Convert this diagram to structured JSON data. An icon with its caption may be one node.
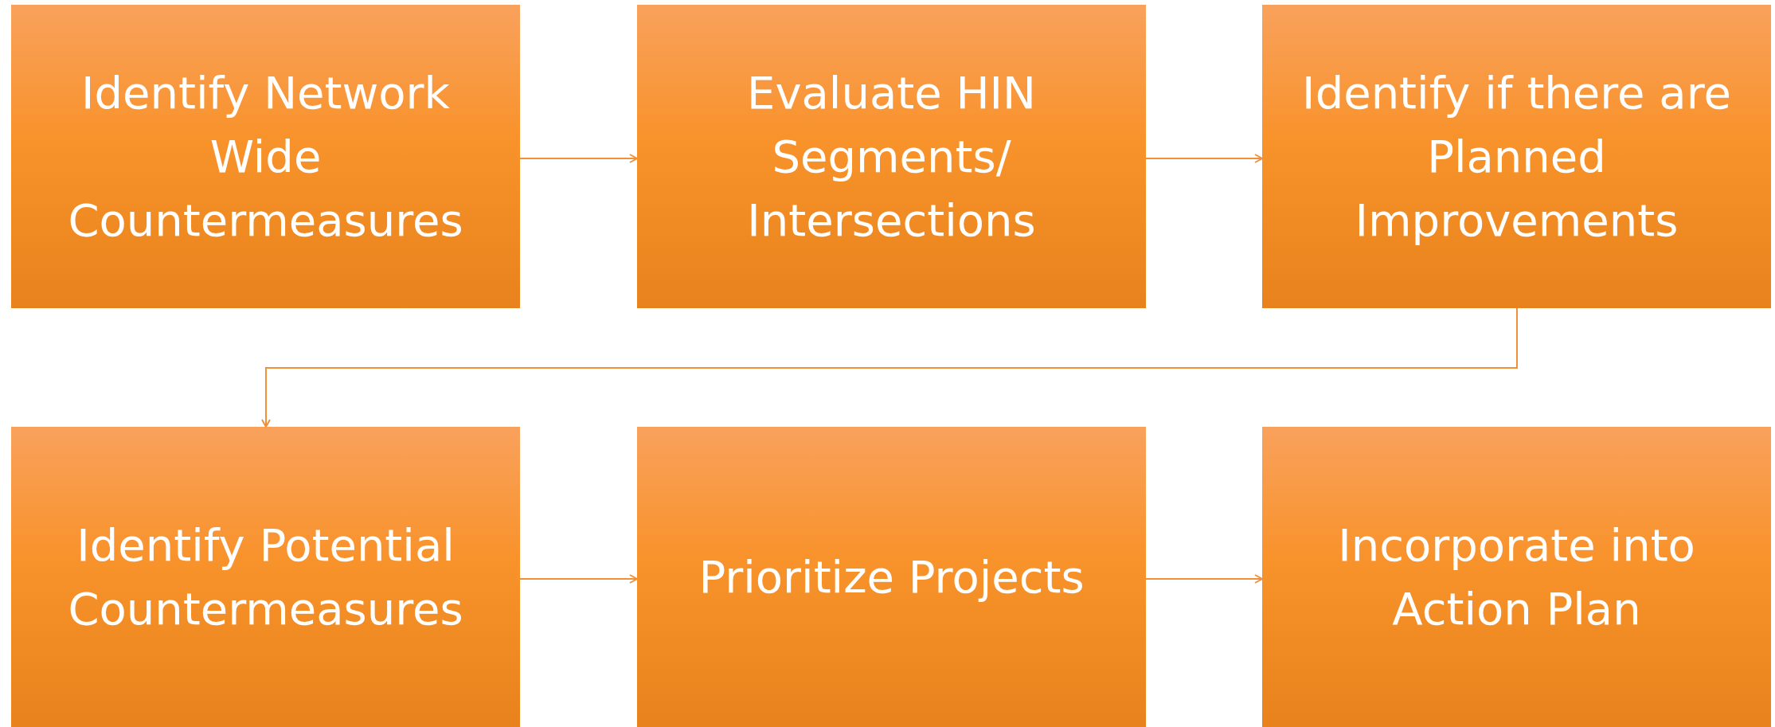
{
  "diagram": {
    "nodes": [
      {
        "text": [
          "Identify Network Wide Countermeasures"
        ]
      },
      {
        "text": [
          "Evaluate HIN Segments/ Intersections"
        ]
      },
      {
        "text": [
          "Identify if there are Planned Improvements"
        ]
      },
      {
        "text": [
          "Identify Potential Countermeasures"
        ]
      },
      {
        "text": [
          "Prioritize Projects"
        ]
      },
      {
        "text": [
          "Incorporate into Action Plan"
        ]
      }
    ],
    "edges": [
      {
        "from": 0,
        "to": 1,
        "arrow": "to"
      },
      {
        "from": 1,
        "to": 2,
        "arrow": "to"
      },
      {
        "from": 2,
        "to": 3,
        "arrow": "to"
      },
      {
        "from": 3,
        "to": 4,
        "arrow": "to"
      },
      {
        "from": 4,
        "to": 5,
        "arrow": "to"
      }
    ]
  }
}
